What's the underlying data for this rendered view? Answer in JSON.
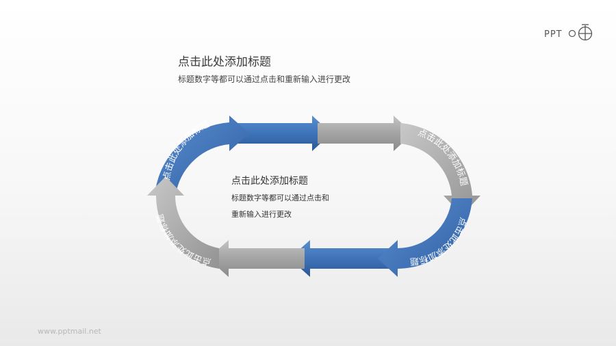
{
  "header": {
    "title": "点击此处添加标题",
    "subtitle": "标题数字等都可以通过点击和重新输入进行更改"
  },
  "center": {
    "title": "点击此处添加标题",
    "line1": "标题数字等都可以通过点击和",
    "line2": "重新输入进行更改"
  },
  "cycle": {
    "arcs": [
      {
        "label": "点击此处添加标题",
        "color": "blue"
      },
      {
        "label": "点击此处添加标题",
        "color": "gray"
      },
      {
        "label": "点击此处添加标题",
        "color": "blue"
      },
      {
        "label": "点击此处添加标题",
        "color": "gray"
      }
    ],
    "colors": {
      "blue": "#3f74b9",
      "blue_dark": "#2b5797",
      "gray": "#a8a8a8",
      "gray_dark": "#8a8a8a"
    }
  },
  "logo": {
    "text": "PPT",
    "icon": "ppt-cross-circle-icon"
  },
  "footer": {
    "url": "www.pptmail.net"
  }
}
